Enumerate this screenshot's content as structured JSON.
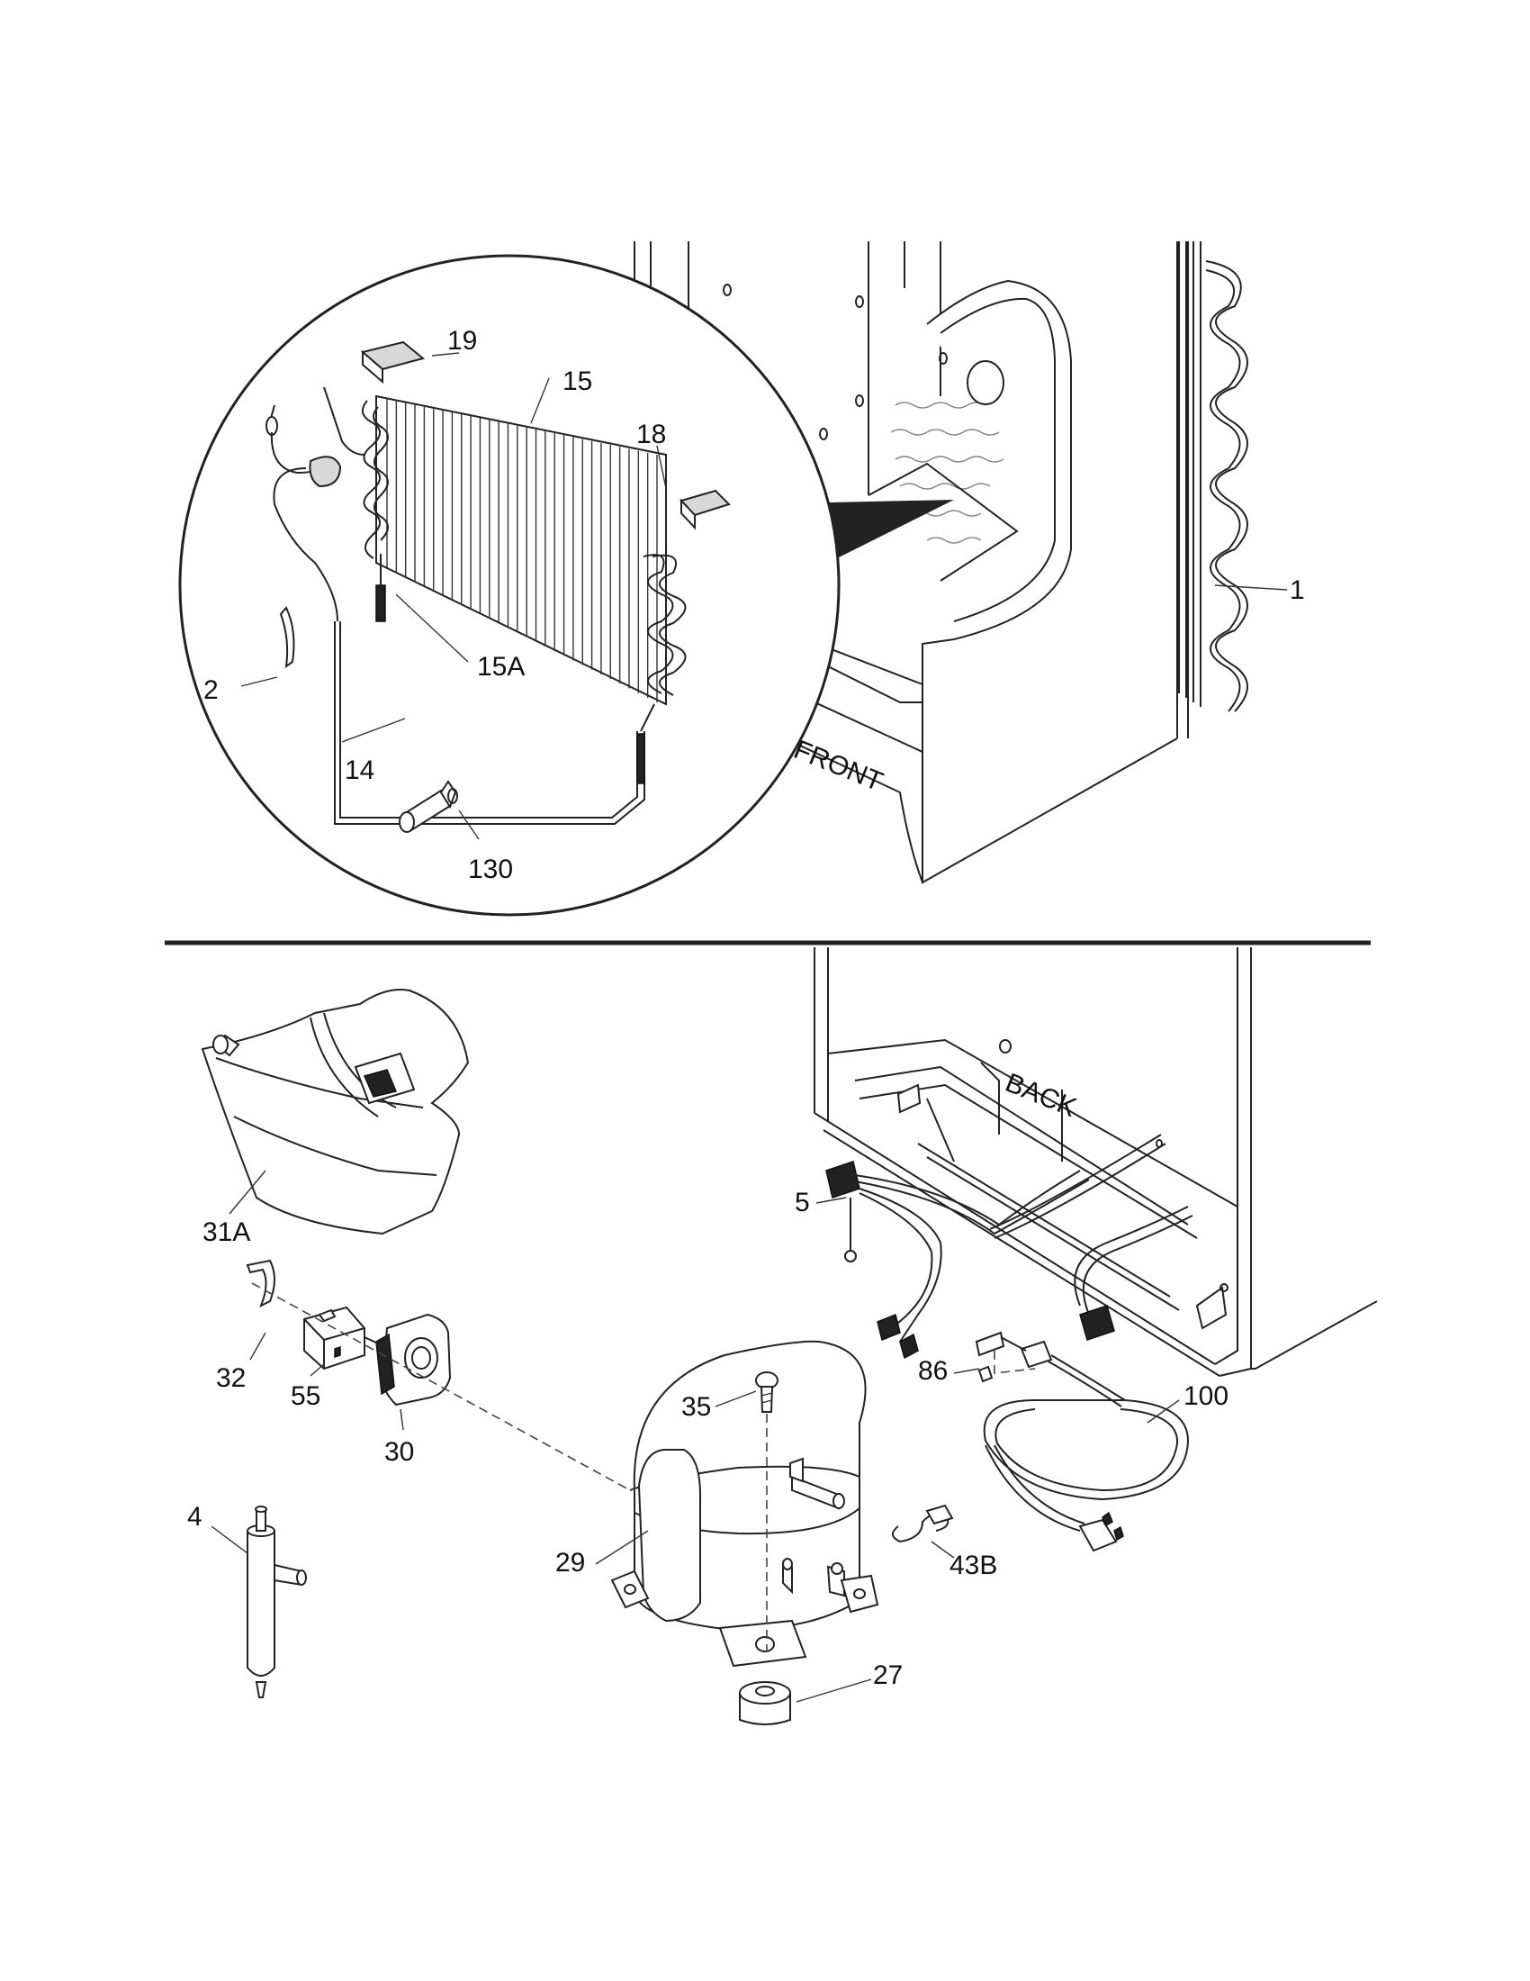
{
  "orientation": {
    "front": "FRONT",
    "back": "BACK"
  },
  "callouts": {
    "c19": "19",
    "c15": "15",
    "c18": "18",
    "c15A": "15A",
    "c1": "1",
    "c2": "2",
    "c14": "14",
    "c130": "130",
    "c31A": "31A",
    "c5": "5",
    "c32": "32",
    "c55": "55",
    "c30": "30",
    "c86": "86",
    "c100": "100",
    "c35": "35",
    "c4": "4",
    "c29": "29",
    "c43B": "43B",
    "c27": "27"
  }
}
